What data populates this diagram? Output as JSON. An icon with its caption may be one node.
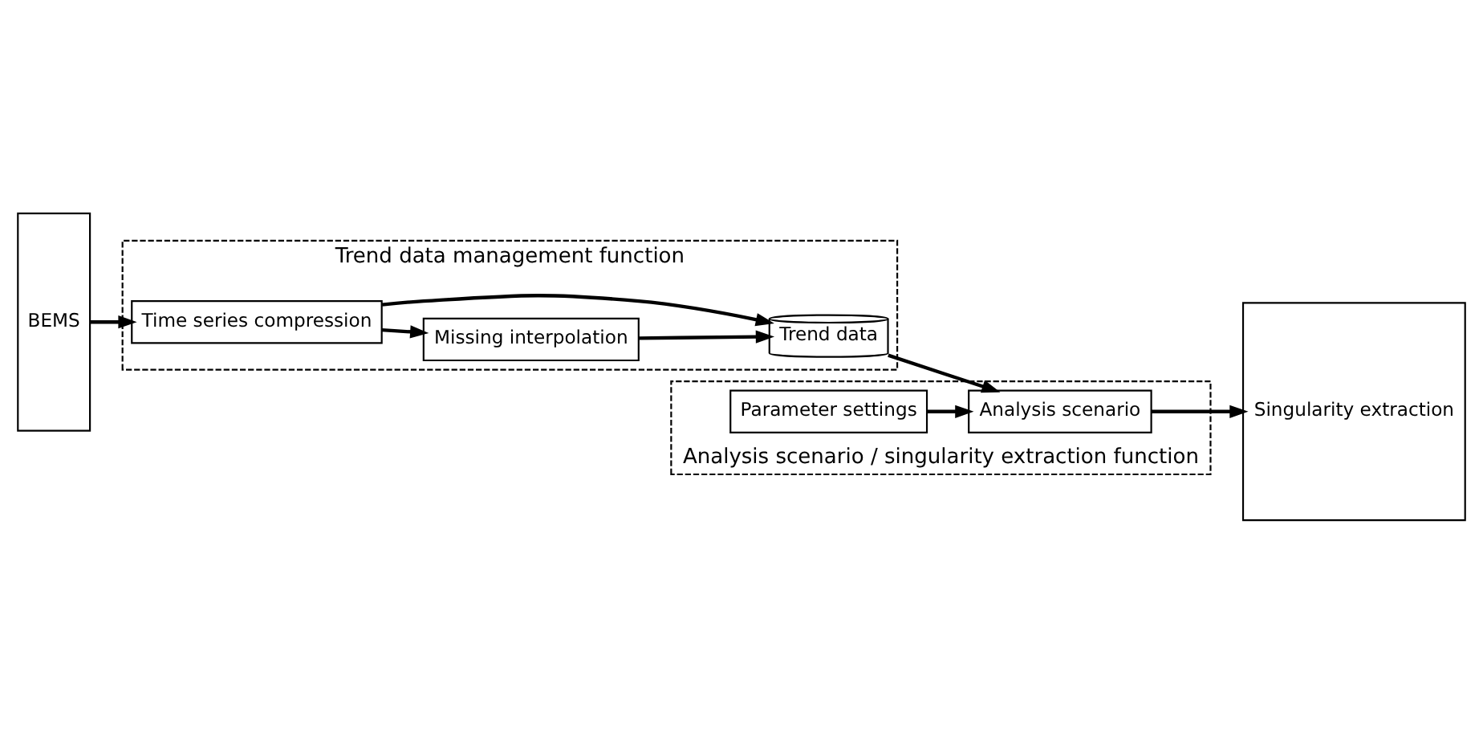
{
  "diagram": {
    "nodes": [
      {
        "text": [
          "BEMS"
        ]
      },
      {
        "text": [
          "Trend data management function"
        ]
      },
      {
        "text": [
          "Time series compression"
        ],
        "in": 1
      },
      {
        "text": [
          "Missing interpolation"
        ],
        "in": 1
      },
      {
        "text": [
          "Trend data"
        ],
        "in": 1
      },
      {
        "text": [
          "Singularity extraction"
        ]
      },
      {
        "text": [
          "Analysis scenario / singularity extraction function"
        ]
      },
      {
        "text": [
          "Parameter settings"
        ],
        "in": 6
      },
      {
        "text": [
          "Analysis scenario"
        ],
        "in": 6
      }
    ],
    "edges": [
      {
        "from": 0,
        "to": 2,
        "arrow": "to"
      },
      {
        "from": 2,
        "to": 3,
        "arrow": "to"
      },
      {
        "from": 2,
        "to": 4,
        "arrow": "to"
      },
      {
        "from": 3,
        "to": 4,
        "arrow": "to"
      },
      {
        "from": 4,
        "to": 8,
        "arrow": "to"
      },
      {
        "from": 7,
        "to": 8,
        "arrow": "to"
      },
      {
        "from": 8,
        "to": 5,
        "arrow": "to"
      }
    ]
  }
}
